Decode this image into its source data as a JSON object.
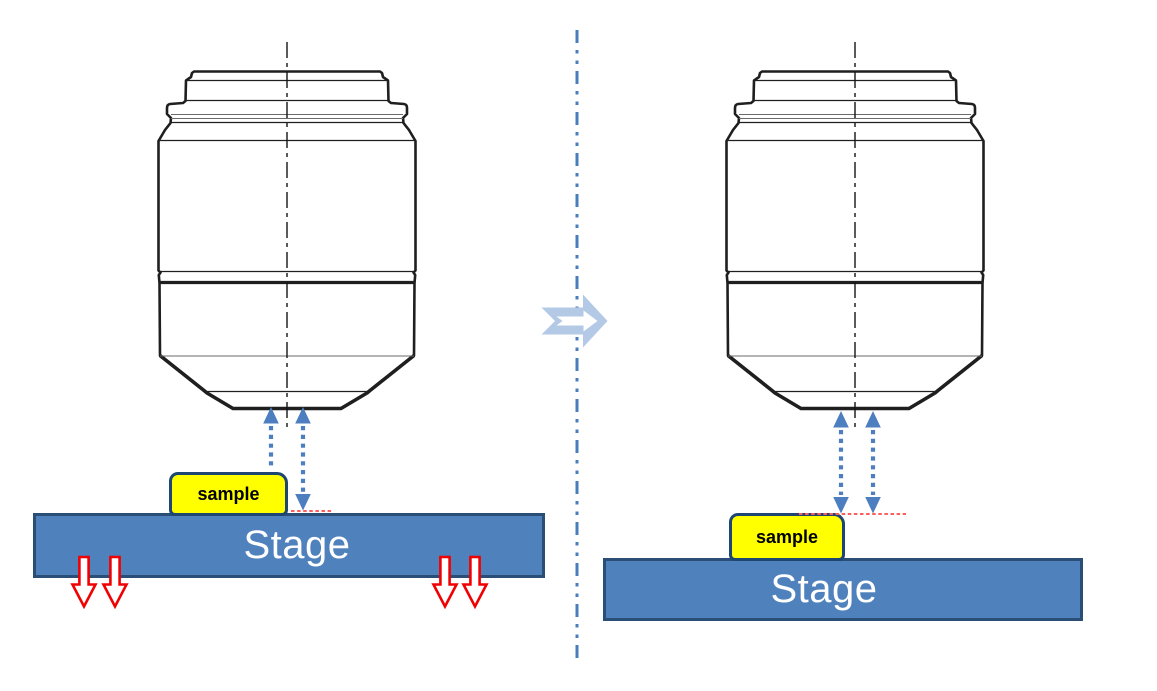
{
  "colors": {
    "background": "#ffffff",
    "stage_fill": "#4f81bd",
    "stage_border": "#2b4e76",
    "stage_text": "#ffffff",
    "sample_fill": "#ffff00",
    "sample_border": "#1e4672",
    "sample_text": "#000000",
    "focus_arrow_blue": "#4d7ebf",
    "focal_line_red": "#ff5c5c",
    "stage_motion_red": "#f00000",
    "transition_arrow_fill": "#b3c9e6",
    "separator_blue": "#4a7ebb",
    "drawing_line": "#1f1f1f"
  },
  "left_panel": {
    "sample_label": "sample",
    "stage_label": "Stage"
  },
  "right_panel": {
    "sample_label": "sample",
    "stage_label": "Stage"
  },
  "icons": {
    "left_objective": "microscope-objective-drawing",
    "right_objective": "microscope-objective-drawing",
    "transition_arrow": "block-right-arrow",
    "focus_distance_arrows": "blue-dotted-vertical-double-arrows",
    "stage_motion_arrows": "red-outline-down-arrows",
    "separator": "dash-dot-vertical-divider"
  }
}
